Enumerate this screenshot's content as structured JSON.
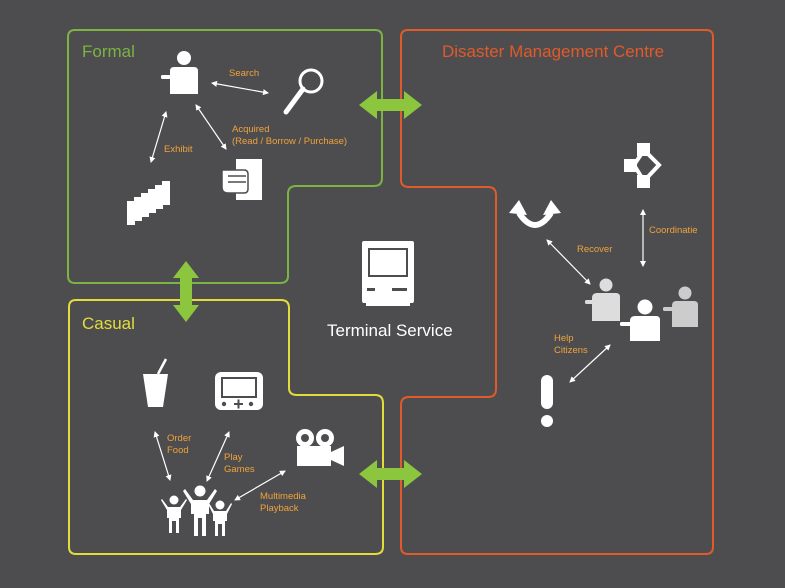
{
  "panels": {
    "formal": {
      "title": "Formal",
      "color": "#7cb342"
    },
    "casual": {
      "title": "Casual",
      "color": "#e4dc3a"
    },
    "disaster": {
      "title": "Disaster Management Centre",
      "color": "#e05a2b"
    }
  },
  "center": {
    "title": "Terminal Service"
  },
  "labels": {
    "search": "Search",
    "exhibit": "Exhibit",
    "acquired_1": "Acquired",
    "acquired_2": "(Read / Borrow / Purchase)",
    "order_1": "Order",
    "order_2": "Food",
    "play_1": "Play",
    "play_2": "Games",
    "multimedia_1": "Multimedia",
    "multimedia_2": "Playback",
    "recover": "Recover",
    "coordinatie": "Coordinatie",
    "help_1": "Help",
    "help_2": "Citizens"
  },
  "colors": {
    "background": "#4d4d4f",
    "label": "#f0a33a",
    "icon": "#ffffff",
    "connector": "#8cc63f"
  }
}
